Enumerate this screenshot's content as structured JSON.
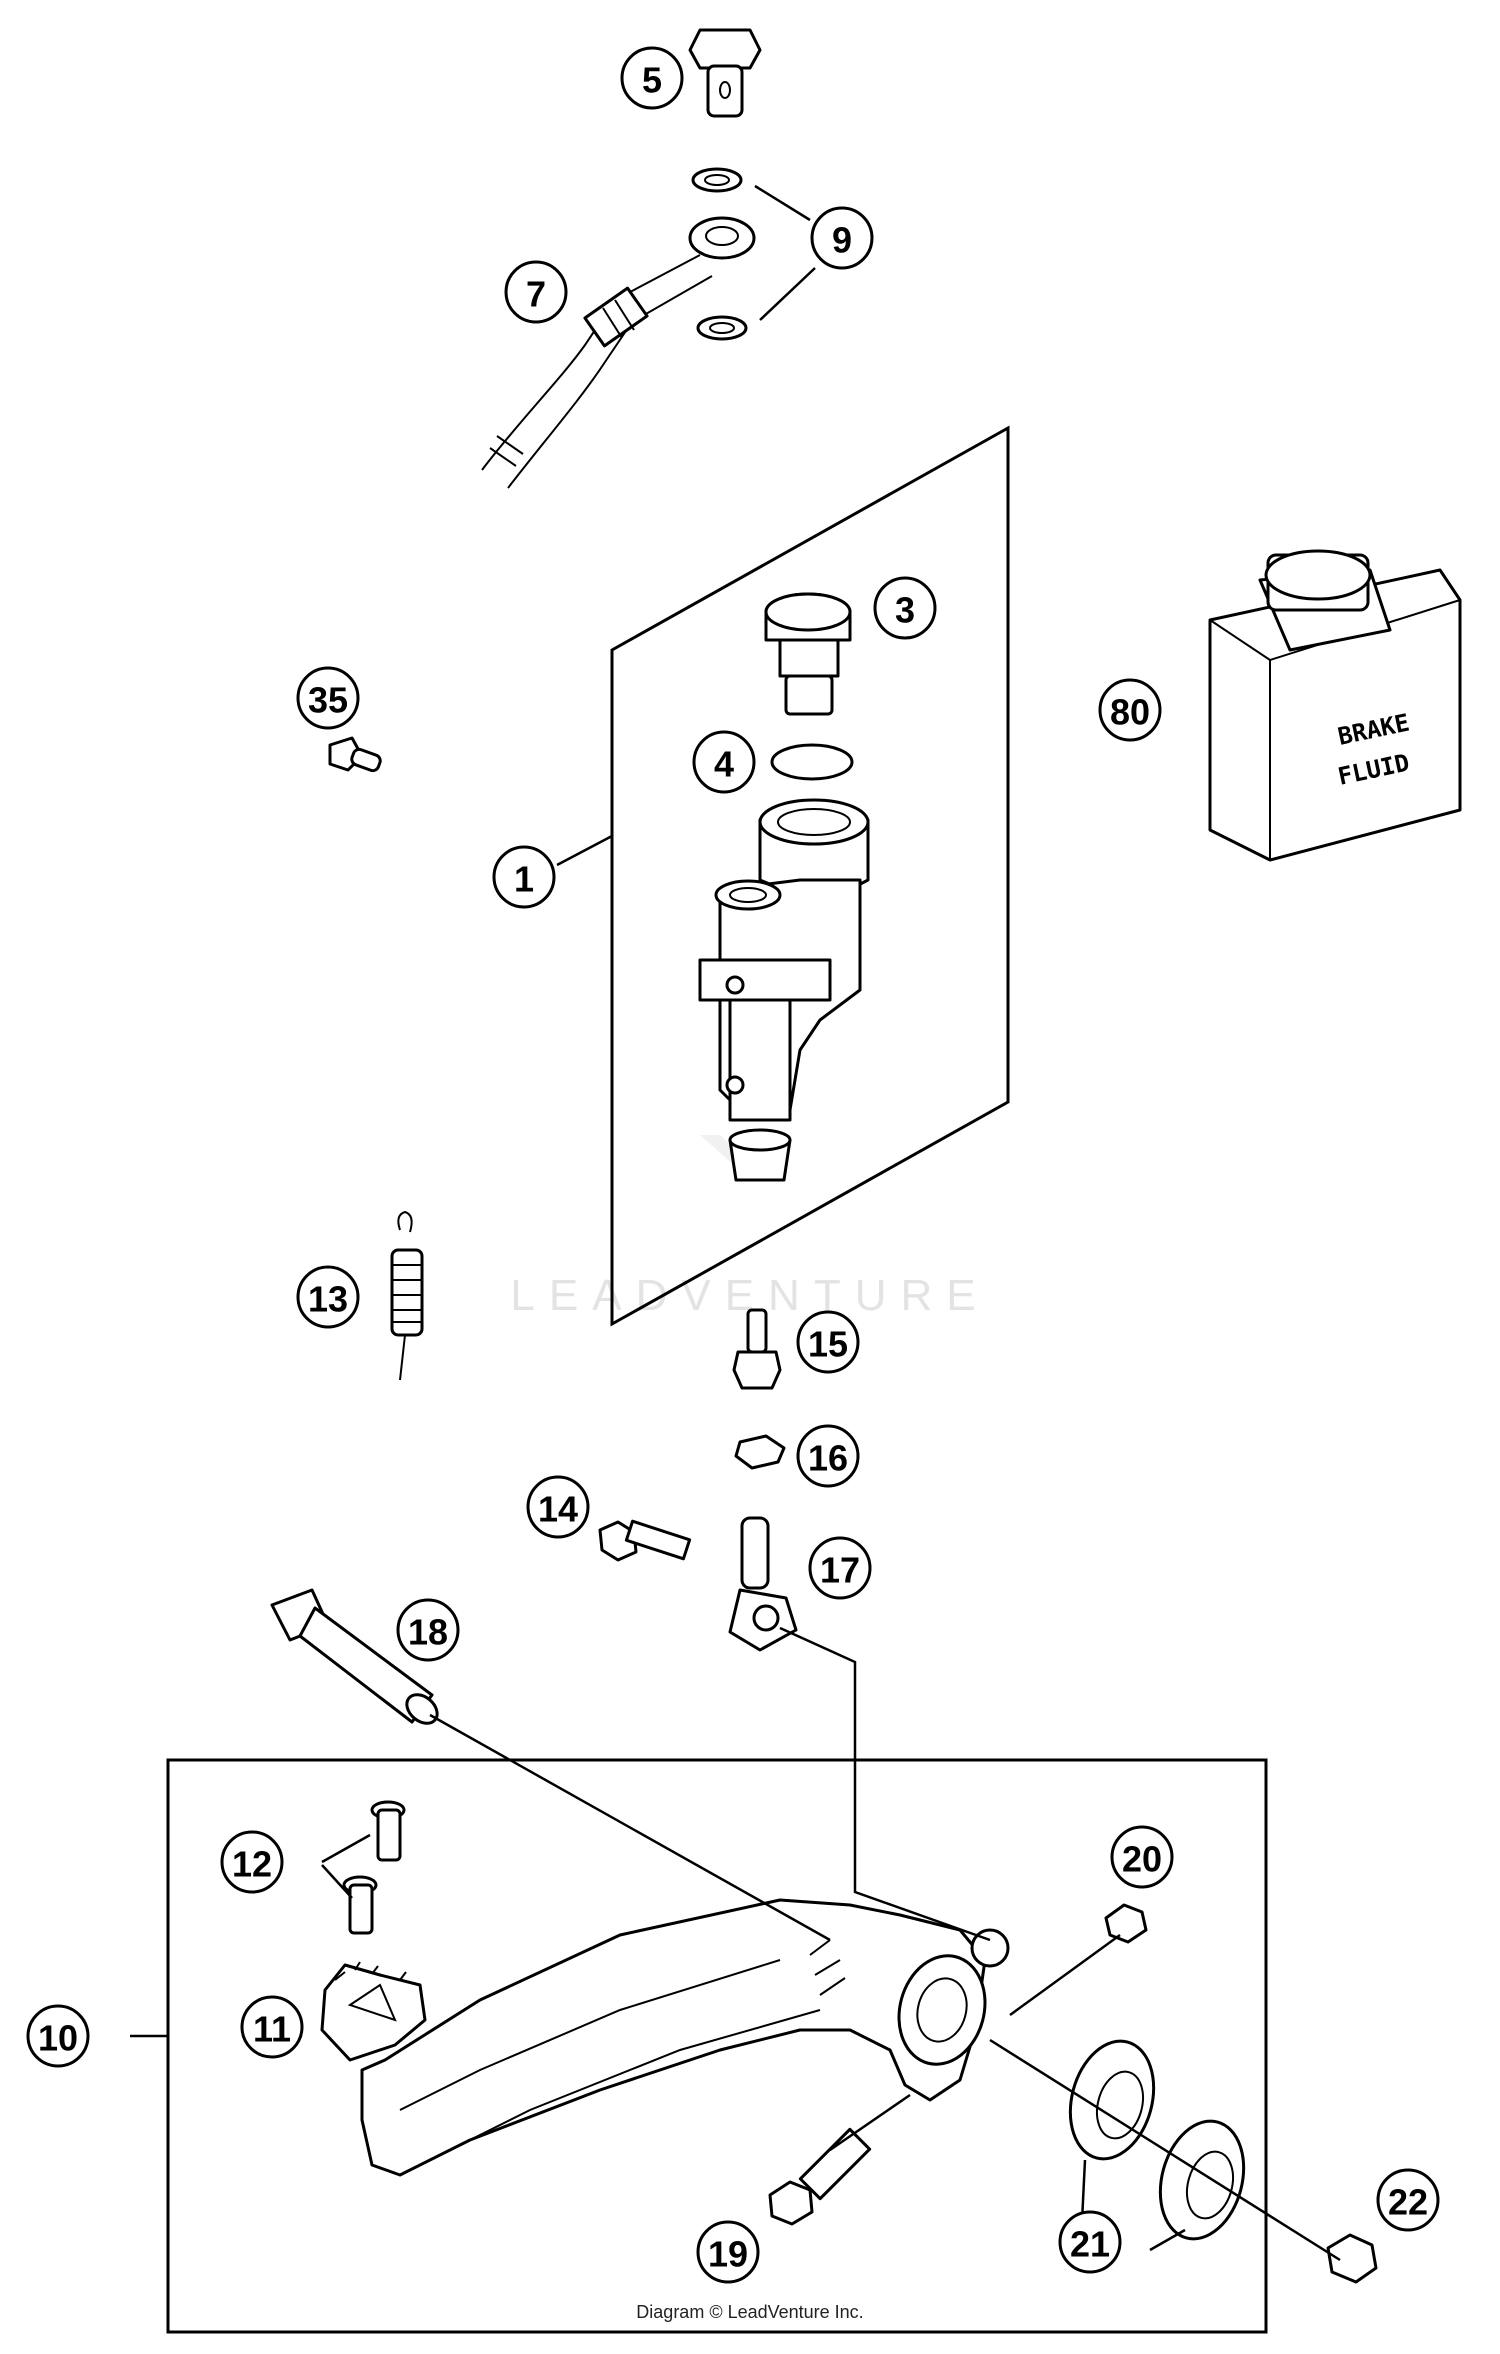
{
  "callouts": [
    {
      "id": "c1",
      "label": "1"
    },
    {
      "id": "c3",
      "label": "3"
    },
    {
      "id": "c4",
      "label": "4"
    },
    {
      "id": "c5",
      "label": "5"
    },
    {
      "id": "c7",
      "label": "7"
    },
    {
      "id": "c9",
      "label": "9"
    },
    {
      "id": "c10",
      "label": "10"
    },
    {
      "id": "c11",
      "label": "11"
    },
    {
      "id": "c12",
      "label": "12"
    },
    {
      "id": "c13",
      "label": "13"
    },
    {
      "id": "c14",
      "label": "14"
    },
    {
      "id": "c15",
      "label": "15"
    },
    {
      "id": "c16",
      "label": "16"
    },
    {
      "id": "c17",
      "label": "17"
    },
    {
      "id": "c18",
      "label": "18"
    },
    {
      "id": "c19",
      "label": "19"
    },
    {
      "id": "c20",
      "label": "20"
    },
    {
      "id": "c21",
      "label": "21"
    },
    {
      "id": "c22",
      "label": "22"
    },
    {
      "id": "c35",
      "label": "35"
    },
    {
      "id": "c80",
      "label": "80"
    }
  ],
  "brake_fluid_can": {
    "line1": "BRAKE",
    "line2": "FLUID"
  },
  "watermark": "LEADVENTURE",
  "copyright": "Diagram © LeadVenture Inc."
}
